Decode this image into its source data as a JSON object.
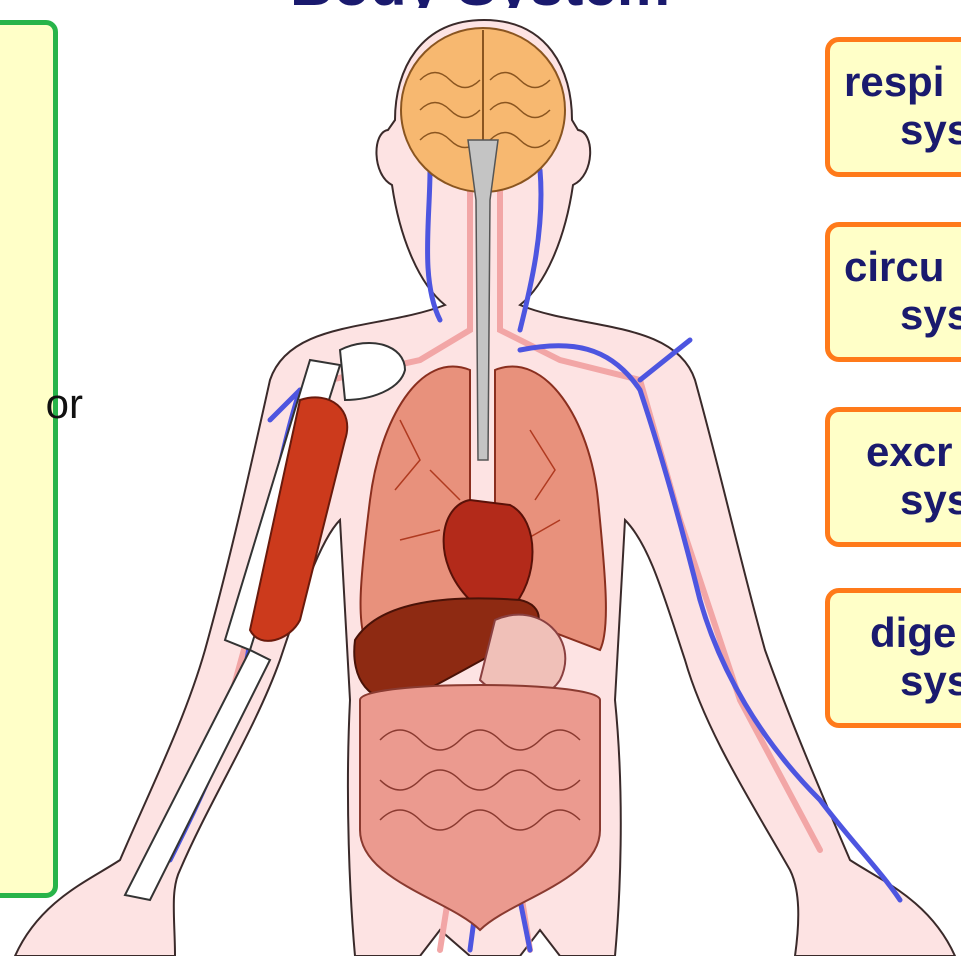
{
  "title": "Body Systems",
  "left_panel": {
    "visible_text": "or"
  },
  "buttons": [
    {
      "id": "resp",
      "line1": "respi",
      "line2": "sys"
    },
    {
      "id": "circ",
      "line1": "circu",
      "line2": "sys"
    },
    {
      "id": "excr",
      "line1": "excr",
      "line2": "sys"
    },
    {
      "id": "dig",
      "line1": "dige",
      "line2": "sys"
    }
  ],
  "colors": {
    "button_fill": "#ffffc8",
    "button_border": "#ff7a1a",
    "panel_border": "#28b44a",
    "label_text": "#1a1a6e",
    "skin": "#fde3e3",
    "brain": "#f7b870",
    "lungs": "#e8917c",
    "heart": "#b32a1a",
    "liver": "#8e2a12",
    "intestine": "#eb9a8f",
    "muscle": "#cc3a1c",
    "vein": "#4d55e0",
    "artery": "#f2a6a6"
  },
  "icons": [
    "human-body-illustration"
  ]
}
